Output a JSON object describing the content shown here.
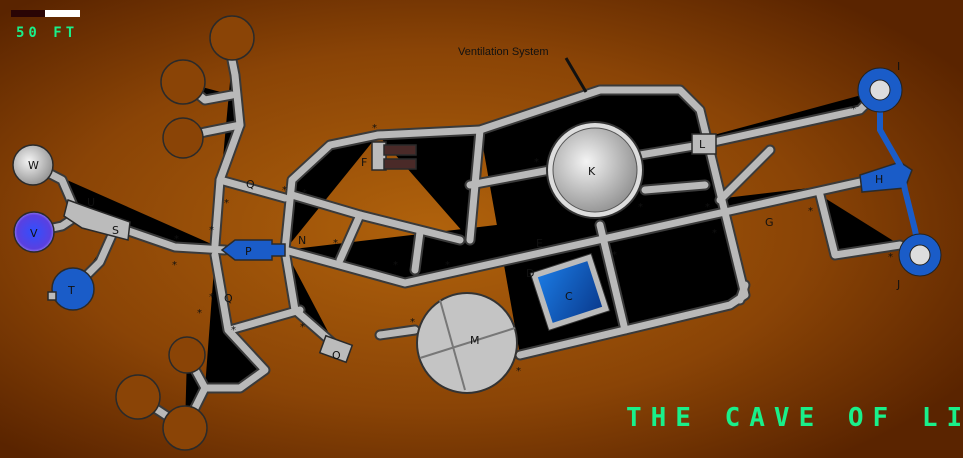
{
  "map": {
    "title": "THE CAVE OF LIFE",
    "scale_label": "50 FT",
    "annotation": "Ventilation System",
    "rooms": {
      "W": "W",
      "U": "U",
      "S": "S",
      "V": "V",
      "T": "T",
      "Q1": "Q",
      "Q2": "Q",
      "P": "P",
      "N": "N",
      "O": "O",
      "M": "M",
      "F": "F",
      "K": "K",
      "L": "L",
      "E": "E",
      "D": "D",
      "C": "C",
      "G": "G",
      "H": "H",
      "I": "I",
      "J": "J"
    },
    "colors": {
      "background": "#a85a0a",
      "corridor": "#b9b9b9",
      "water": "#1060c0",
      "title": "#19f08a"
    }
  }
}
